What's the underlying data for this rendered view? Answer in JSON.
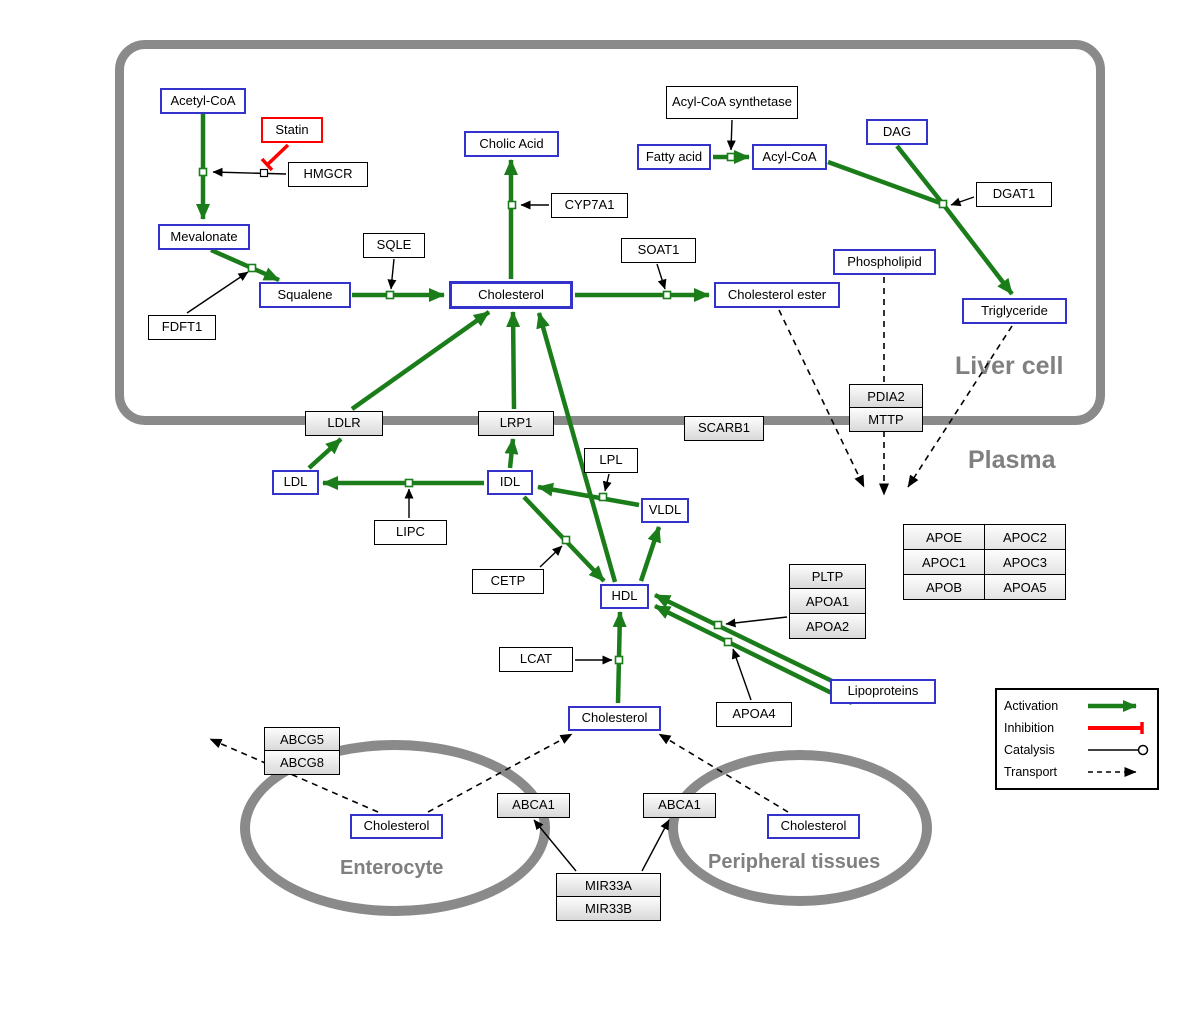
{
  "compartments": {
    "liver": "Liver cell",
    "plasma": "Plasma",
    "enterocyte": "Enterocyte",
    "peripheral": "Peripheral tissues"
  },
  "nodes": {
    "acetyl_coa": "Acetyl-CoA",
    "statin": "Statin",
    "hmgcr": "HMGCR",
    "mevalonate": "Mevalonate",
    "fdft1": "FDFT1",
    "squalene": "Squalene",
    "sqle": "SQLE",
    "cholesterol_liver": "Cholesterol",
    "cholic_acid": "Cholic Acid",
    "cyp7a1": "CYP7A1",
    "soat1": "SOAT1",
    "cholesterol_ester": "Cholesterol ester",
    "acyl_coa_synthetase": "Acyl-CoA synthetase",
    "fatty_acid": "Fatty acid",
    "acyl_coa": "Acyl-CoA",
    "dag": "DAG",
    "dgat1": "DGAT1",
    "phospholipid": "Phospholipid",
    "triglyceride": "Triglyceride",
    "pdia2": "PDIA2",
    "mttp": "MTTP",
    "ldlr": "LDLR",
    "lrp1": "LRP1",
    "scarb1": "SCARB1",
    "ldl": "LDL",
    "idl": "IDL",
    "lipc": "LIPC",
    "lpl": "LPL",
    "vldl": "VLDL",
    "cetp": "CETP",
    "hdl": "HDL",
    "pltp": "PLTP",
    "apoa1": "APOA1",
    "apoa2": "APOA2",
    "lcat": "LCAT",
    "apoa4": "APOA4",
    "lipoproteins": "Lipoproteins",
    "apoe": "APOE",
    "apoc2": "APOC2",
    "apoc1": "APOC1",
    "apoc3": "APOC3",
    "apob": "APOB",
    "apoa5": "APOA5",
    "cholesterol_plasma": "Cholesterol",
    "abcg5": "ABCG5",
    "abcg8": "ABCG8",
    "cholesterol_enterocyte": "Cholesterol",
    "abca1_left": "ABCA1",
    "abca1_right": "ABCA1",
    "cholesterol_peripheral": "Cholesterol",
    "mir33a": "MIR33A",
    "mir33b": "MIR33B"
  },
  "legend": {
    "activation": "Activation",
    "inhibition": "Inhibition",
    "catalysis": "Catalysis",
    "transport": "Transport"
  },
  "colors": {
    "activation": "#1a7d1a",
    "inhibition": "#ff0000",
    "catalysis": "#000000",
    "transport": "#000000",
    "metabolite_border": "#3333cc",
    "gene_border": "#000000",
    "membrane": "#8a8a8a",
    "compartment_label": "#808080"
  }
}
